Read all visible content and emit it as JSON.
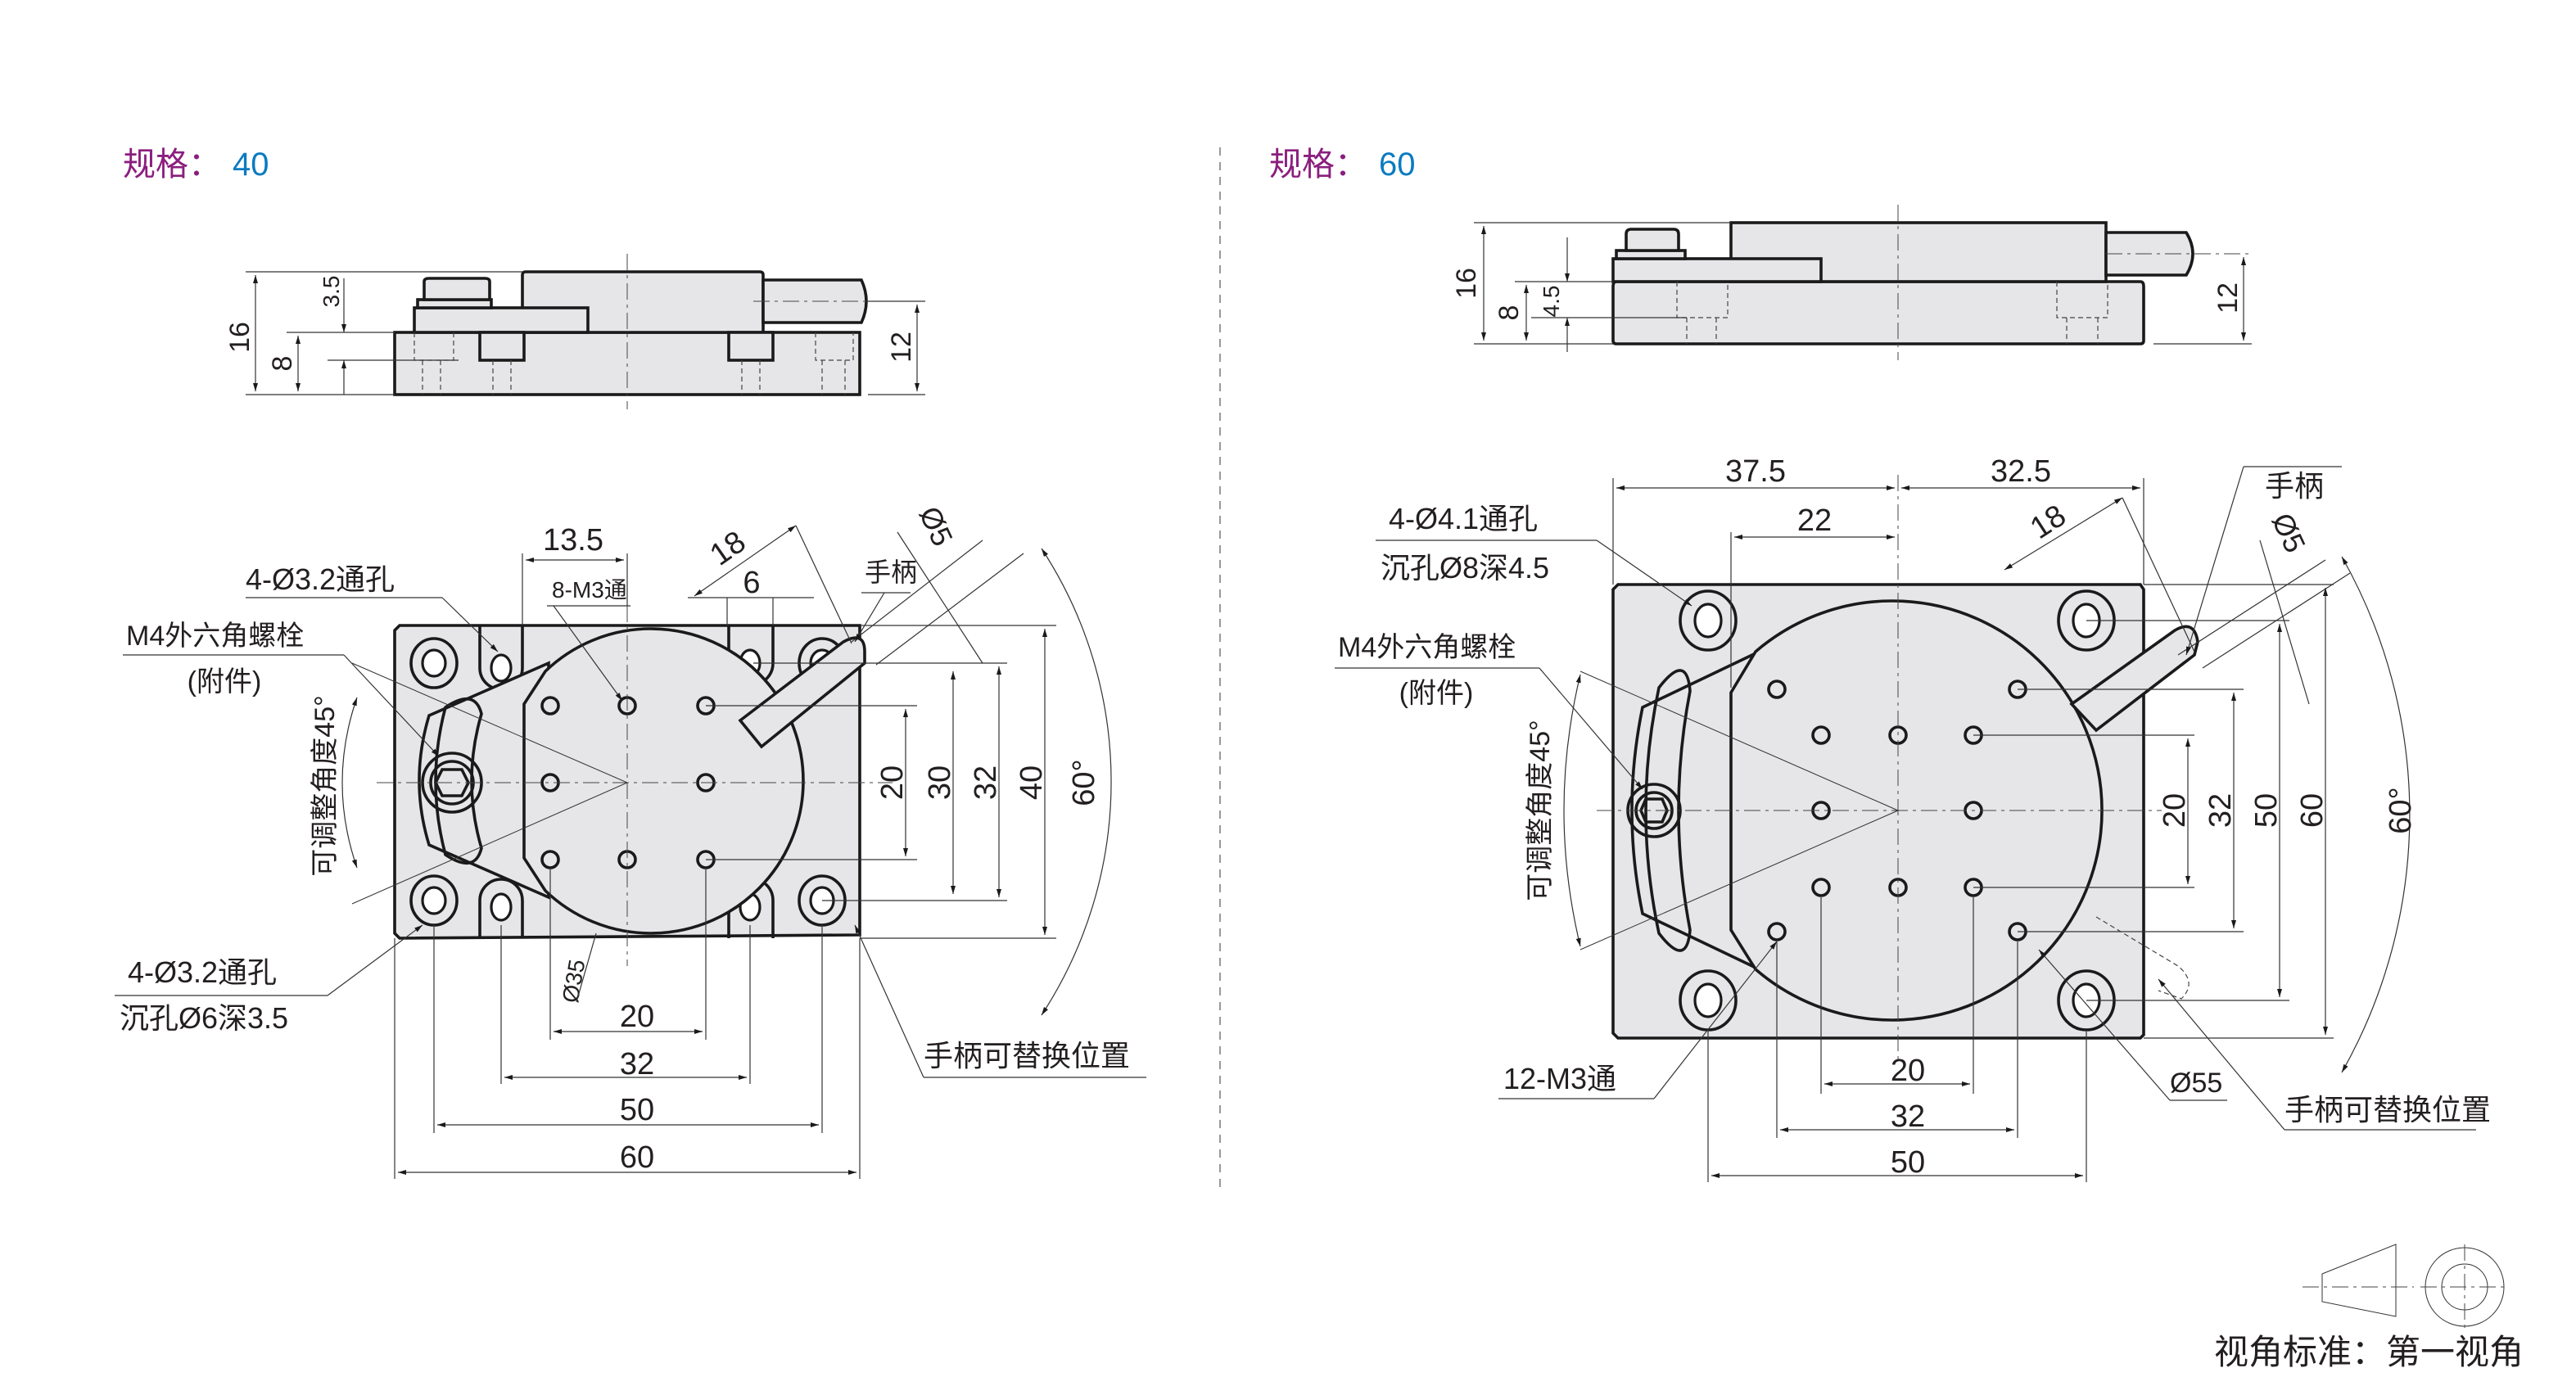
{
  "colors": {
    "title_label": "#8b1e7e",
    "title_value": "#0a7bc1",
    "body_fill": "#e6e6e8",
    "line": "#1a1a1a"
  },
  "left": {
    "title_label": "规格：",
    "title_value": "40",
    "side_view": {
      "dim_total_height": "16",
      "dim_base_height": "8",
      "dim_counterbore": "3.5",
      "dim_handle_height": "12"
    },
    "top_view": {
      "callout_through_holes": "4-Ø3.2通孔",
      "callout_m3": "8-M3通",
      "callout_bolt_line1": "M4外六角螺栓",
      "callout_bolt_line2": "(附件)",
      "callout_angle": "可调整角度45°",
      "callout_cbore_line1": "4-Ø3.2通孔",
      "callout_cbore_line2": "沉孔Ø6深3.5",
      "callout_handle": "手柄",
      "callout_handle_alt": "手柄可替换位置",
      "dim_13_5": "13.5",
      "dim_18": "18",
      "dim_6": "6",
      "dim_phi5": "Ø5",
      "dim_phi35": "Ø35",
      "dims_vertical": [
        "20",
        "30",
        "32",
        "40"
      ],
      "dim_angle": "60°",
      "dims_horizontal": [
        "20",
        "32",
        "50",
        "60"
      ]
    }
  },
  "right": {
    "title_label": "规格：",
    "title_value": "60",
    "side_view": {
      "dim_total_height": "16",
      "dim_base_height": "8",
      "dim_counterbore": "4.5",
      "dim_handle_height": "12"
    },
    "top_view": {
      "dim_37_5": "37.5",
      "dim_32_5": "32.5",
      "dim_22": "22",
      "dim_18": "18",
      "dim_phi5": "Ø5",
      "dim_phi55": "Ø55",
      "callout_cbore_line1": "4-Ø4.1通孔",
      "callout_cbore_line2": "沉孔Ø8深4.5",
      "callout_bolt_line1": "M4外六角螺栓",
      "callout_bolt_line2": "(附件)",
      "callout_angle": "可调整角度45°",
      "callout_m3": "12-M3通",
      "callout_handle": "手柄",
      "callout_handle_alt": "手柄可替换位置",
      "dims_vertical": [
        "20",
        "32",
        "50",
        "60"
      ],
      "dim_angle": "60°",
      "dims_horizontal": [
        "20",
        "32",
        "50"
      ]
    }
  },
  "projection": {
    "label": "视角标准：第一视角"
  }
}
